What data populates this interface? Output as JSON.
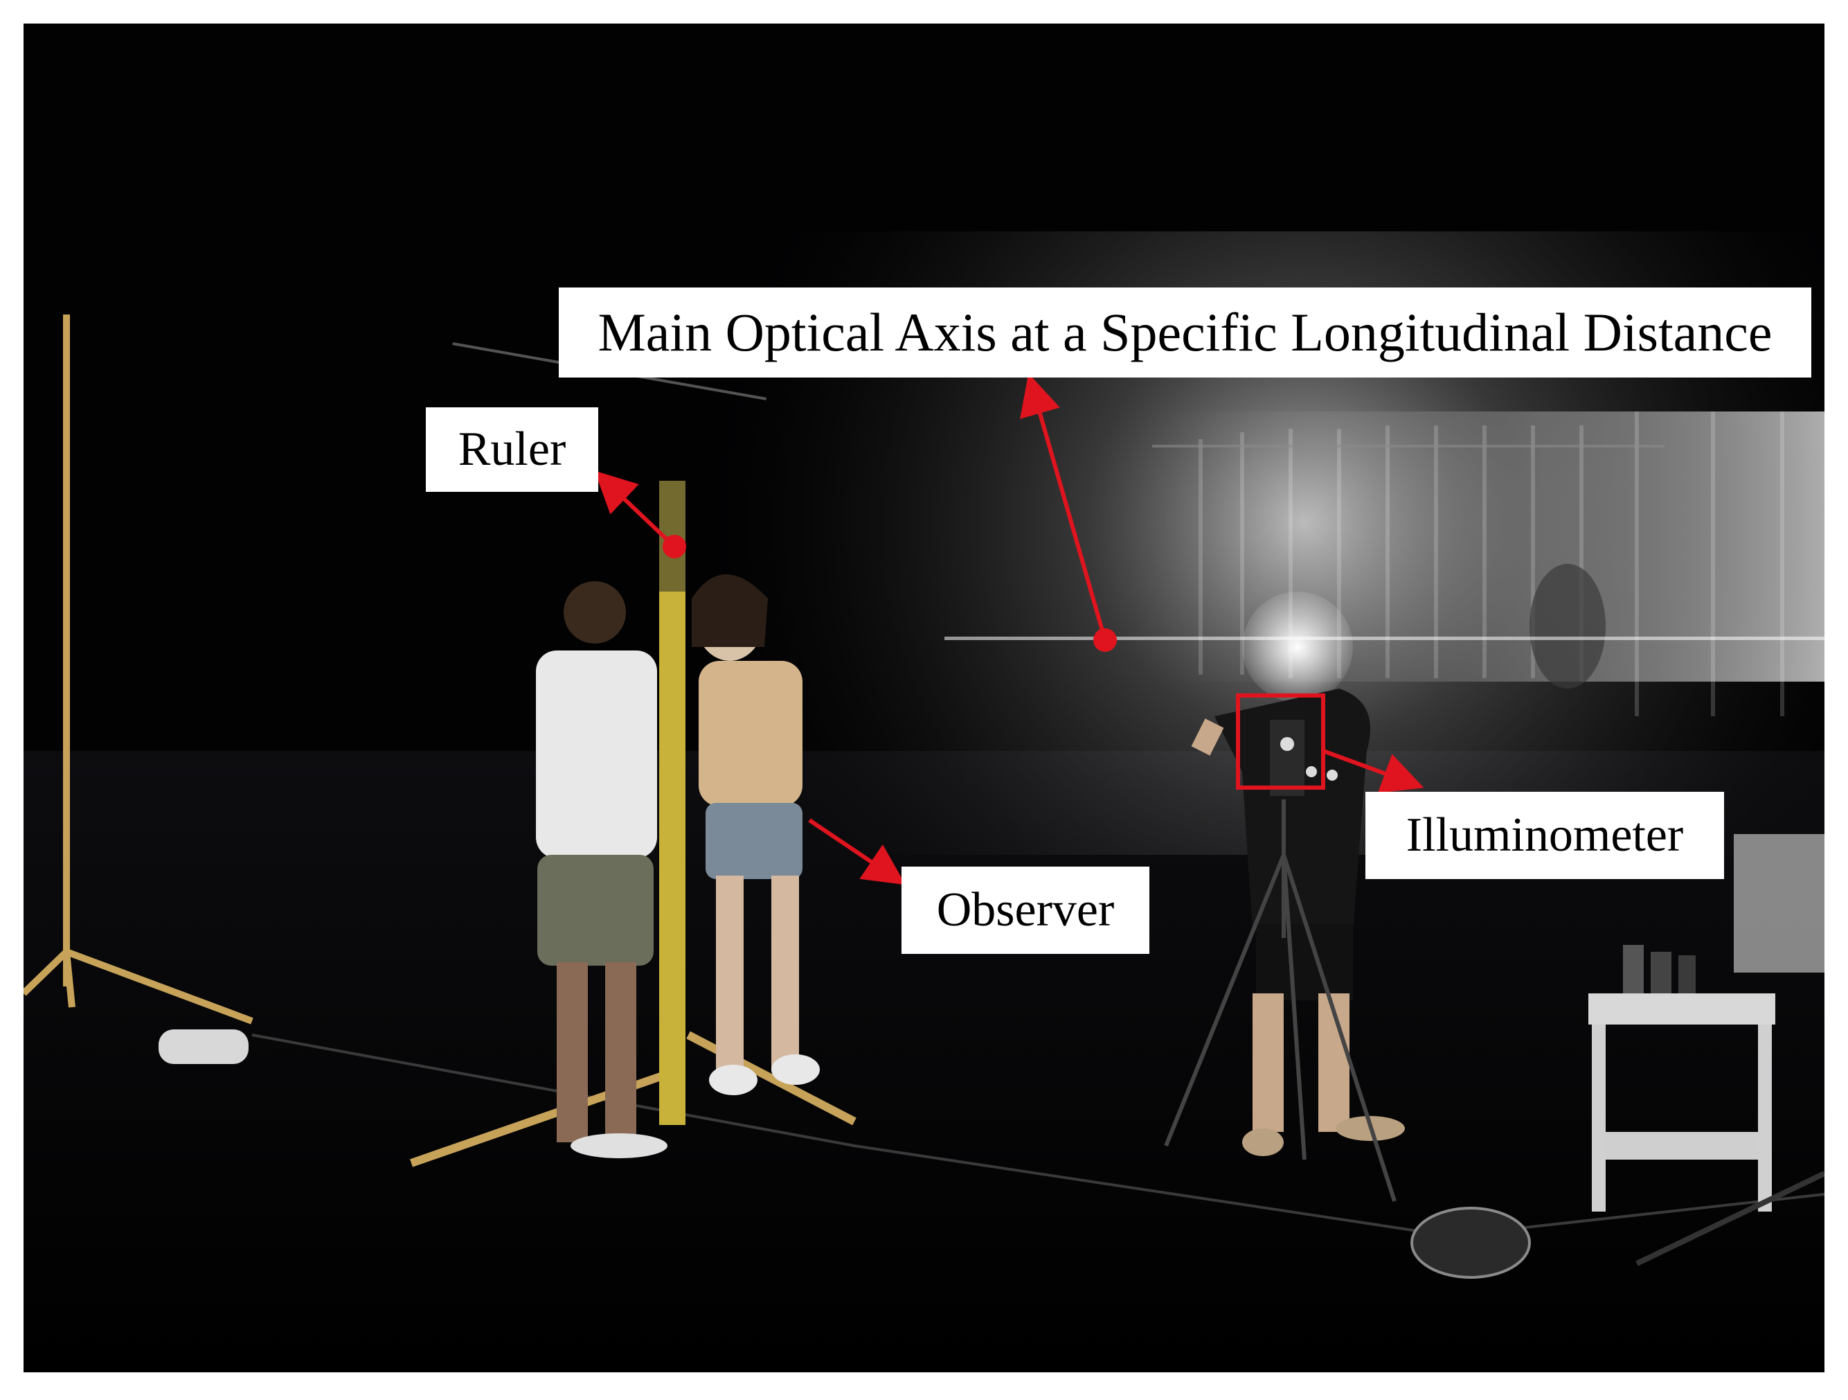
{
  "figure": {
    "annotations": {
      "main_optical_axis": "Main Optical Axis at a Specific Longitudinal Distance",
      "ruler": "Ruler",
      "observer": "Observer",
      "illuminometer": "Illuminometer"
    },
    "colors": {
      "background": "#000000",
      "annotation_red": "#e0141e",
      "label_background": "#ffffff",
      "label_text": "#000000",
      "ruler_yellow": "#c9b23a"
    }
  }
}
